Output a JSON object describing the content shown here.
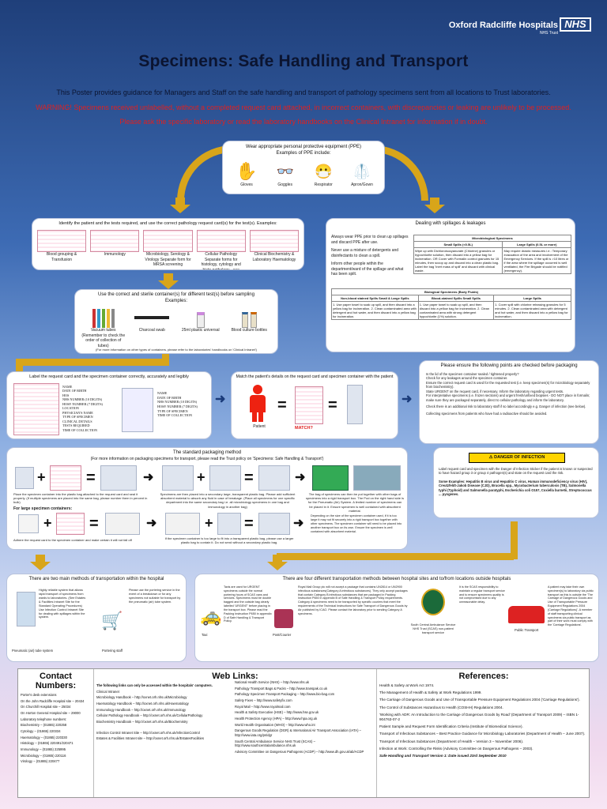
{
  "header": {
    "org": "Oxford Radcliffe Hospitals",
    "trust": "NHS Trust",
    "nhs_logo": "NHS"
  },
  "title": "Specimens: Safe Handling and Transport",
  "intro": "This Poster provides guidance for Managers and Staff on the safe handling and transport of pathology specimens sent from all locations to Trust laboratories.",
  "warning": "WARNING! Specimens received unlabelled, without a completed request card attached, in incorrect containers, with discrepancies or leaking are unlikely to be processed.",
  "advice": "Please ask the specific laboratory or read the laboratory handbooks on the Clinical Intranet for information if in doubt.",
  "ppe": {
    "heading": "Wear appropriate personal protective equipment (PPE)",
    "sub": "Examples of PPE include:",
    "items": [
      "Gloves",
      "Goggles",
      "Respirator",
      "Apron/Gown"
    ]
  },
  "identify": {
    "heading": "Identify the patient and the tests required, and use the correct pathology request card(s) for the test(s). Examples:",
    "cards": [
      "Blood grouping & Transfusion",
      "Immunology",
      "Microbiology, Serology & Virology Separate form for MRSA screening",
      "Cellular Pathology Separate forms for histology, cytology and histo-pathology - see Clinical Intranet",
      "Clinical Biochemistry & Laboratory Haematology"
    ]
  },
  "containers": {
    "heading": "Use the correct and sterile container(s) for different test(s) before sampling",
    "sub": "Examples:",
    "items": [
      "Vacuum tubes (Remember to check the order of collection of tubes)",
      "Charcoal swab",
      "25ml plastic universal",
      "Blood culture bottles"
    ],
    "note": "(For more information on other types of containers, please refer to the laboratories' handbooks on 'Clinical Intranet')"
  },
  "spillages": {
    "heading": "Dealing with spillages & leakages",
    "points": [
      "Always wear PPE prior to clean up spillages and discard PPE after use.",
      "Never use a mixture of detergents and disinfectants to clean a spill.",
      "Inform other people within the department/ward of the spillage and what has been spilt."
    ],
    "table1_title": "Microbiological Specimens",
    "table1_cols": [
      "Small Spills (<0.5L)",
      "Large Spills (0.5L or more)"
    ],
    "table1_rows": [
      [
        "Wipe up with Dichloroisocyanurate (Chlorine) granules or hypochlorite solution, then discard into a yellow bag for incineration. OR Cover with Formalin control granules for 15 minutes, then scoop up and discard into a clean plastic bag. Label the bag 'Inert mass of spill' and discard with clinical waste.",
        "May require drastic measures i.e.: Temporary evacuation of the area and involvement of the Emergency Services. If the spill is >10 litres or if the area where the spillage occurred is well ventilated, the Fire Brigade should be notified (emergency)."
      ]
    ],
    "table2_title": "Biological Specimens (Body Fluids)",
    "table2_cols": [
      "Non-blood stained Spills Small & Large Spills",
      "Blood-stained Spills Small Spills",
      "Large Spills"
    ],
    "table2_rows": [
      [
        "1. Use paper towel to soak up spill, and then discard into a yellow bag for incineration. 2. Clean contaminated area with detergent and hot water, and then discard into a yellow bag for incineration.",
        "1. Use paper towel to soak up spill, and then discard into a yellow bag for incineration. 2. Clean contaminated area with strong detergent hypochlorite (1%) solution.",
        "1. Cover spill with chlorine releasing granules for 5 minutes. 2. Clean contaminated area with detergent and hot water, and then discard into a yellow bag for incineration."
      ]
    ]
  },
  "label": {
    "heading": "Label the request card and the specimen container correctly, accurately and legibly",
    "fields_left": [
      "NAME",
      "DATE OF BIRTH",
      "HOS",
      "NHS NUMBER (10 DIGITS)",
      "HOSP. NUMBER (7 DIGITS)",
      "LOCATION",
      "PHYSICIAN'S NAME",
      "TYPE OF SPECIMEN",
      "CLINICAL DETAILS",
      "TESTS REQUIRED",
      "TIME OF COLLECTION"
    ],
    "fields_right": [
      "NAME",
      "DATE OF BIRTH",
      "NHS NUMBER (10 DIGITS)",
      "HOSP. NUMBER (7 DIGITS)",
      "TYPE OF SPECIMEN",
      "TIME OF COLLECTION"
    ]
  },
  "match": {
    "heading": "Match the patient's details on the request card and specimen container with the patient",
    "patient": "Patient",
    "question": "MATCH?"
  },
  "checks": {
    "heading": "Please ensure the following points are checked before packaging",
    "points": [
      "Is the lid of the specimen container sealed / tightened properly?",
      "Check for any leakages around the specimen container.",
      "Ensure the correct request card is used for the requested test (i.e. keep specimen(s) for microbiology separately from biochemistry).",
      "State URGENT on the request card, if necessary. Inform the laboratory regarding urgent tests.",
      "For interpretative specimens (i.e. frozen sections) and urgent fresh/unfixed biopsies - DO NOT place in formalin; make sure they are packaged separately, direct to cellular pathology and inform the laboratory.",
      "Check there is an additional risk to laboratory staff if so label accordingly e.g. Danger of infection (see below).",
      "Collecting specimens from patients who have had a radioactive should be avoided."
    ]
  },
  "packaging": {
    "heading": "The standard packaging method",
    "sub": "(For more information on packaging specimens for transport, please read the Trust policy on 'Specimens: Safe Handling & Transport')",
    "step1": "Place the specimen container into the plastic bag attached to the request card and seal it properly. (If multiple specimens are placed into the same bag, please number them in percent in bulk)",
    "step2": "Specimens are then placed into a secondary large, transparent plastic bag. Please add sufficient absorbent material to absorb any fluid in case of breakage. (Place all specimens for one specific department into the same secondary bag i.e. all microbiology specimens in one bag and immunology in another bag)",
    "step3": "The bag of specimens can then be put together with other bags of specimens into a rigid transport box. The Pod on the right hand side is for the Pneumatic (Air) System. A limited number of specimens can be placed in it. Ensure specimen is well contained with absorbent material.",
    "large_label": "For large specimen containers:",
    "step4": "Adhere the request card to the specimen container and make certain it will not fall off",
    "step5": "If the specimen container is too large to fit into a transparent plastic bag, please use a larger plastic bag to contain it. Do not send without a secondary plastic bag.",
    "step6": "Depending on the size of the specimen container used, if it is too large it may not fit securely into a rigid transport box together with other specimens. The specimen container will need to be placed into another transport box on its own. Ensure the specimen is well contained with absorbent material."
  },
  "danger": {
    "badge": "DANGER OF INFECTION",
    "text": "Label request card and specimen with the Danger of Infection Sticker if the patient is known or suspected to have hazard group 3 or group 4 pathogen(s) and state on the request card the risk.",
    "examples": "Some Examples: Hepatitis B virus and Hepatitis C virus, Human immunodeficiency virus (HIV), Creutzfeldt-Jakob Disease (CJD), Brucella spp., Mycobacterium tuberculosis (TB), Salmonella typhi (Typhoid) and Salmonella paratyphi, Escherichia coli O157, Coxiella burnetii, Streptococcus ... pyogenes."
  },
  "internal": {
    "heading": "There are two main methods of transportation within the hospital",
    "method1": "Pneumatic (air) tube system",
    "method1_text": "Highly reliable system that allows rapid transport of specimens from wards to laboratories. (See Estates & Facilities Intranet Site for the Standard Operating Procedures) Use Infection Control Intranet Site for dealing with spillages within the system.",
    "method2": "Portering staff",
    "method2_text": "Please use the portering service in the event of a breakdown or for any specimens not suitable for transport by the pneumatic (air) tube system."
  },
  "external": {
    "heading": "There are four different transportation methods between hospital sites and to/from locations outside hospitals",
    "methods": [
      "Taxi",
      "Post/Courier",
      "South Central Ambulance Service NHS Trust (SCAS) non-patient transport service",
      "Public Transport"
    ],
    "taxi_text": "Taxis are used for URGENT specimens outside the normal portering hours of SCAS vans and services. Specimens must be double bagged and the outside bag clearly labelled 'URGENT' before placing in the transport box. Please read the Packing Instruction P650 in appendix D of Safe Handling & Transport Policy.",
    "post_text": "Royal Mail Group plc will not accept a package that contains UN2814 or UN2900 infectious substances(Category A infectious substances). They only accept packages that contain Category B infectious substances that are packaged in Packing Instruction P650 in appendix B of Safe Handling & Transport Policy requirements. Category A specimens need to be transported by specific couriers that meet the requirements of the Technical Instructions for Safe Transport of Dangerous Goods by Air published by ICAO. Please contact the laboratory prior to sending Category A specimens.",
    "scas_text": "It is the SCAS responsibility to maintain a regular transport service and to ensure specimens quality is not compromised due to any unreasonable delay.",
    "public_text": "A patient may take their own specimen(s) to laboratory via public transport as this is outside the 'The Carriage of Dangerous Goods and Use of Transportable Pressure Equipment Regulations 2004 (Carriage Regulations)'. A member of staff transporting clinical specimens via public transport as part of their work must comply with the 'Carriage Regulations'."
  },
  "contacts": {
    "heading": "Contact Numbers:",
    "lines": [
      "Porter's desk extensions",
      "On the John Radcliffe Hospital site – 20434",
      "On Churchill Hospital site – 25034",
      "On Horton General Hospital site – 29000",
      "Laboratory telephone numbers:",
      "Biochemistry – (01865) 220258",
      "Cytology – (01865) 220334",
      "Haematology – (01865) 220330",
      "Histology – (01865) 220491/220471",
      "Immunology – (01865) 225995",
      "Microbiology – (01865) 220116",
      "Virology – (01865) 220477"
    ]
  },
  "weblinks": {
    "heading": "Web Links:",
    "intranet_note": "The following links can only be accessed within the hospitals' computers.",
    "left": [
      "Clinical Intranet",
      "Microbiology Handbook – http://oxnet.orh.nhs.uk/Microbiology",
      "Haematology Handbook – http://oxnet.orh.nhs.uk/Haematology",
      "Immunology Handbook – http://oxnet.orh.nhs.uk/Immunology",
      "Cellular Pathology Handbook – http://oxnet.orh.nhs.uk/CellularPathology",
      "Biochemistry Handbook – http://oxnet.orh.nhs.uk/Biochemistry",
      "Infection Control Intranet Site – http://oxnet.orh.nhs.uk/InfectionControl",
      "Estates & Facilities Intranet site – http://oxnet.orh.nhs.uk/EstatesFacilities"
    ],
    "right": [
      "National Health Service (NHS) – http://www.nhs.uk",
      "Pathology Transport Bags & Packs – http://www.transpak.co.uk",
      "Pathology Specimen Transport Packaging – http://www.bio-bag.com",
      "Safety Fixes – http://www.safetyfix.com",
      "Royal Mail – http://www.royalmail.com",
      "Health & Safety Executive (HSE) – http://www.hse.gov.uk",
      "Health Protection Agency (HPA) – http://www.hpa.org.uk",
      "World Health Organisation (WHO) – http://www.who.int",
      "Dangerous Goods Regulation (DGR) & International Air Transport Association (IATA) – http://www.iata.org/ps/dgr",
      "South Central Ambulance Service NHS Trust (SCAS) – http://www.southcentralambulance.nhs.uk",
      "Advisory Committee on Dangerous Pathogens (ACDP) – http://www.dh.gov.uk/ab/ACDP"
    ]
  },
  "references": {
    "heading": "References:",
    "items": [
      "Health & Safety at Work Act 1974.",
      "The Management of Health & Safety at Work Regulations 1999.",
      "The Carriage of Dangerous Goods and Use of Transportable Pressure Equipment Regulations 2004 ('Carriage Regulations').",
      "The Control of Substances Hazardous to Health (COSHH) Regulations 2004.",
      "'Working with ADR: An Introduction to the Carriage of Dangerous Goods by Road' (Department of Transport 2009) – ISBN 1-904763-07-2",
      "Patient Sample and Request Form Identification Criteria (Institute of Biomedical Science).",
      "Transport of Infectious Substances – Best Practice Guidance for Microbiology Laboratories (Department of Health – June 2007).",
      "Transport of Infectious Substances (Department of Health – Version 3 – November 2006).",
      "Infection at Work: Controlling the Risks (Advisory Committee on Dangerous Pathogens – 2003)."
    ],
    "footer": "Safe Handling and Transport Version 1: Date issued 23rd September 2010"
  },
  "colors": {
    "accent": "#d8a51a",
    "warning": "#e02020",
    "nhs_blue": "#005eb8"
  }
}
